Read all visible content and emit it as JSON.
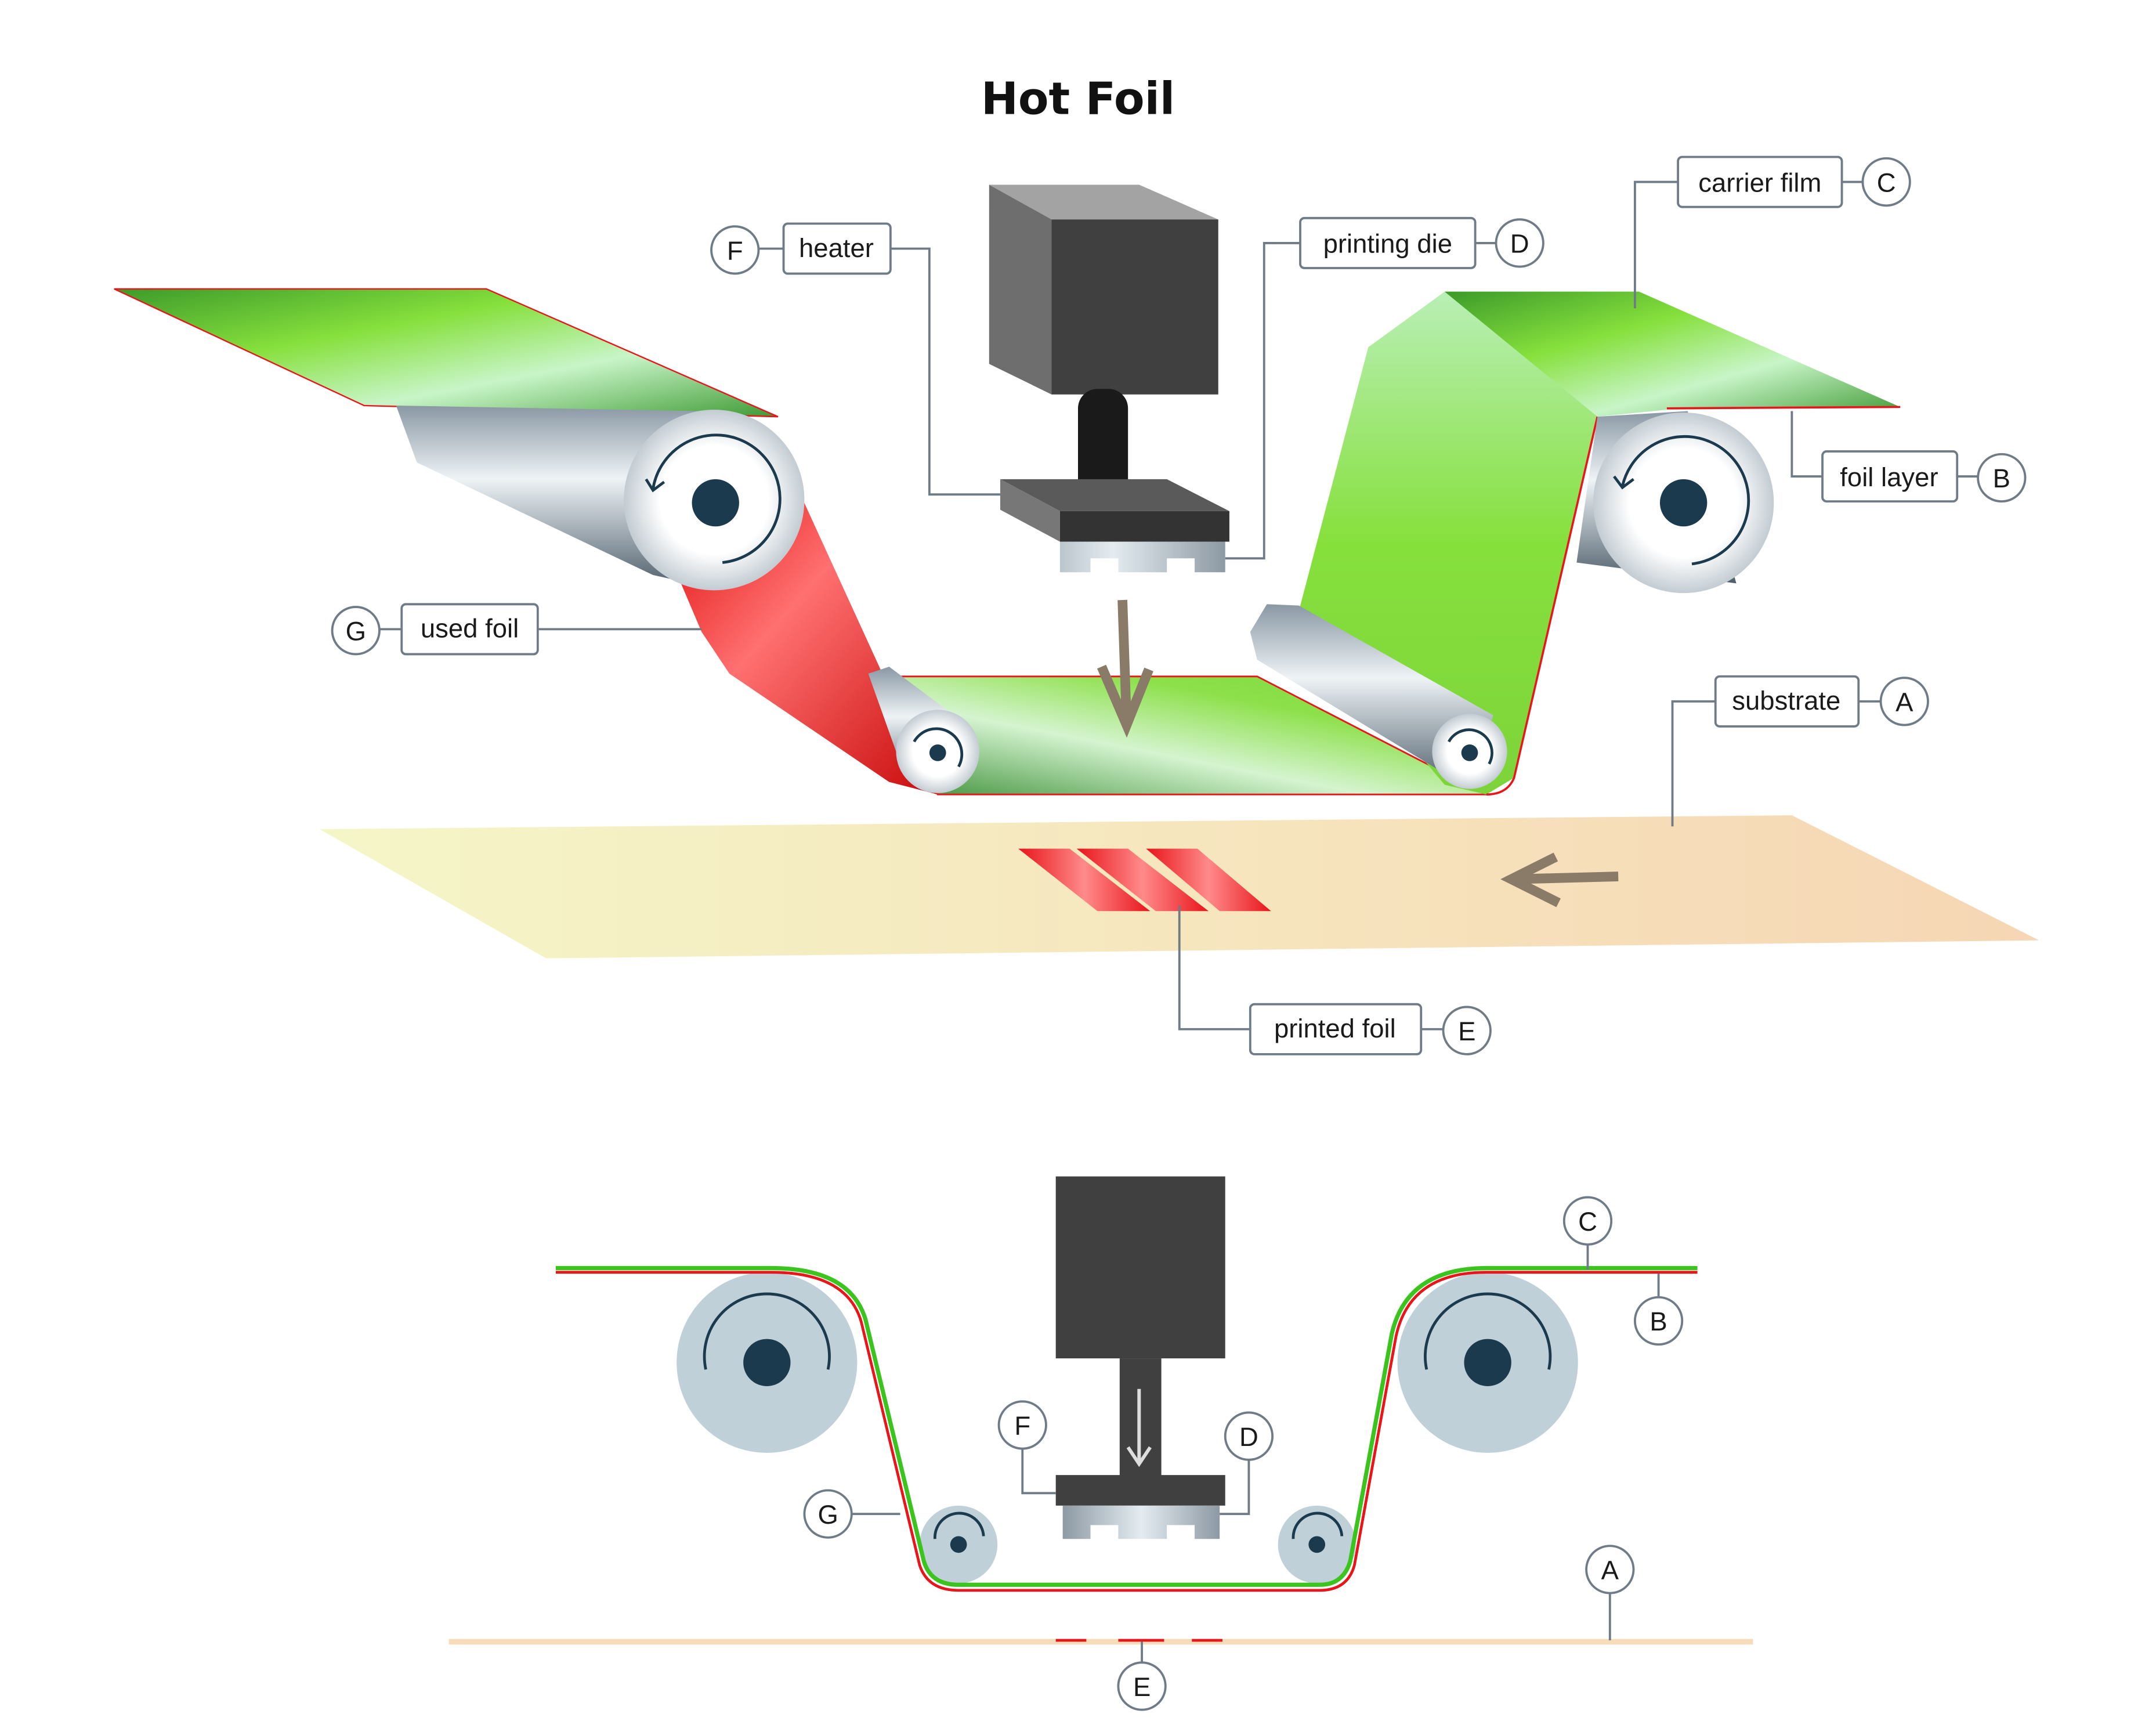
{
  "title": "Hot Foil",
  "labels": {
    "A": {
      "letter": "A",
      "text": "substrate"
    },
    "B": {
      "letter": "B",
      "text": "foil layer"
    },
    "C": {
      "letter": "C",
      "text": "carrier film"
    },
    "D": {
      "letter": "D",
      "text": "printing die"
    },
    "E": {
      "letter": "E",
      "text": "printed foil"
    },
    "F": {
      "letter": "F",
      "text": "heater"
    },
    "G": {
      "letter": "G",
      "text": "used foil"
    }
  },
  "colors": {
    "foil_green": "#7fdc3a",
    "foil_red": "#e8151b",
    "roller": "#c0d0d8",
    "heater": "#404040",
    "substrate": "#f6dcb8",
    "arrow": "#8a7a68",
    "leader": "#6f7b86"
  }
}
